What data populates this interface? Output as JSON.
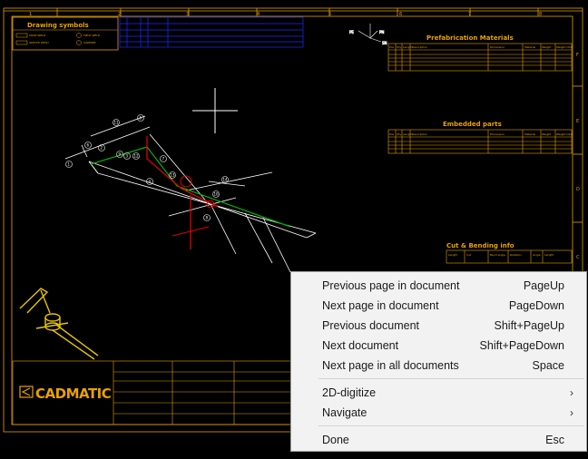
{
  "drawing": {
    "border_numbers": [
      "1",
      "2",
      "3",
      "4",
      "5",
      "6",
      "7",
      "8"
    ],
    "border_letters": [
      "F",
      "E",
      "D",
      "C"
    ],
    "symbols_title": "Drawing symbols",
    "symbols_legend": [
      "SHOP WELD",
      "FIELD WELD",
      "ORIFICE WELD",
      "SUPPORT"
    ],
    "prefab_title": "Prefabrication Materials",
    "prefab_header": [
      "Pos",
      "Qty",
      "Length",
      "Description",
      "Dimension",
      "Material",
      "Weight",
      "Weight total"
    ],
    "embedded_title": "Embedded parts",
    "embedded_header": [
      "Pos",
      "Qty",
      "Length",
      "Description",
      "Dimension",
      "Material",
      "Weight",
      "Weight total"
    ],
    "cutbend_title": "Cut & Bending info",
    "cutbend_header": [
      "Length",
      "Cut",
      "Bend angle",
      "Rotation",
      "Angle",
      "Length"
    ],
    "logo_text": "CADMATIC",
    "compass": [
      "PE",
      "PN",
      "SN"
    ],
    "callouts": [
      "6",
      "11",
      "5",
      "13",
      "14",
      "1",
      "9",
      "12",
      "4",
      "10",
      "8",
      "2",
      "3",
      "7"
    ],
    "colors": {
      "line": "#e8a200",
      "pipe": "#ffffff",
      "red": "#e00000",
      "green": "#00b000",
      "blue": "#1e2cff"
    }
  },
  "context_menu": {
    "items": [
      {
        "label": "Previous page in document",
        "shortcut": "PageUp"
      },
      {
        "label": "Next page in document",
        "shortcut": "PageDown"
      },
      {
        "label": "Previous document",
        "shortcut": "Shift+PageUp"
      },
      {
        "label": "Next document",
        "shortcut": "Shift+PageDown"
      },
      {
        "label": "Next page in all documents",
        "shortcut": "Space"
      }
    ],
    "submenus": [
      {
        "label": "2D-digitize",
        "arrow": "›"
      },
      {
        "label": "Navigate",
        "arrow": "›"
      }
    ],
    "done": {
      "label": "Done",
      "shortcut": "Esc"
    }
  }
}
